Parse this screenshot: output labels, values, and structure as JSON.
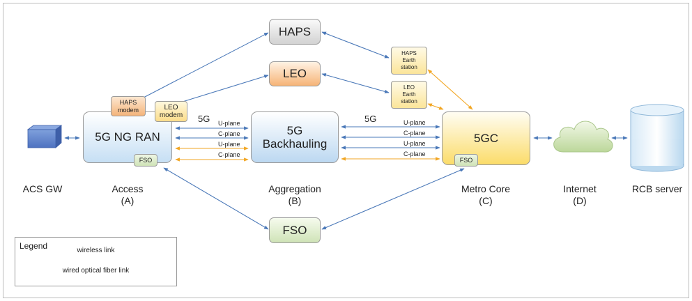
{
  "nodes": {
    "haps": "HAPS",
    "leo": "LEO",
    "fso": "FSO",
    "ran": "5G NG RAN",
    "backhauling_line1": "5G",
    "backhauling_line2": "Backhauling",
    "core": "5GC",
    "haps_modem_line1": "HAPS",
    "haps_modem_line2": "modem",
    "leo_modem_line1": "LEO",
    "leo_modem_line2": "modem",
    "fso_ran_tag": "FSO",
    "fso_core_tag": "FSO",
    "haps_earth_line1": "HAPS",
    "haps_earth_line2": "Earth",
    "haps_earth_line3": "station",
    "leo_earth_line1": "LEO",
    "leo_earth_line2": "Earth",
    "leo_earth_line3": "station"
  },
  "link_labels": {
    "ran_to_bh_tech": "5G",
    "bh_to_core_tech": "5G",
    "planes_ran_bh": [
      "U-plane",
      "C-plane",
      "U-plane",
      "C-plane"
    ],
    "planes_bh_core": [
      "U-plane",
      "C-plane",
      "U-plane",
      "C-plane"
    ]
  },
  "segments": [
    {
      "name": "ACS GW",
      "sub": ""
    },
    {
      "name": "Access",
      "sub": "(A)"
    },
    {
      "name": "Aggregation",
      "sub": "(B)"
    },
    {
      "name": "Metro Core",
      "sub": "(C)"
    },
    {
      "name": "Internet",
      "sub": "(D)"
    },
    {
      "name": "RCB server",
      "sub": ""
    }
  ],
  "legend": {
    "title": "Legend",
    "wireless": "wireless link",
    "fiber": "wired optical fiber link"
  },
  "colors": {
    "wireless": "#4a78b8",
    "fiber": "#f2a623"
  }
}
